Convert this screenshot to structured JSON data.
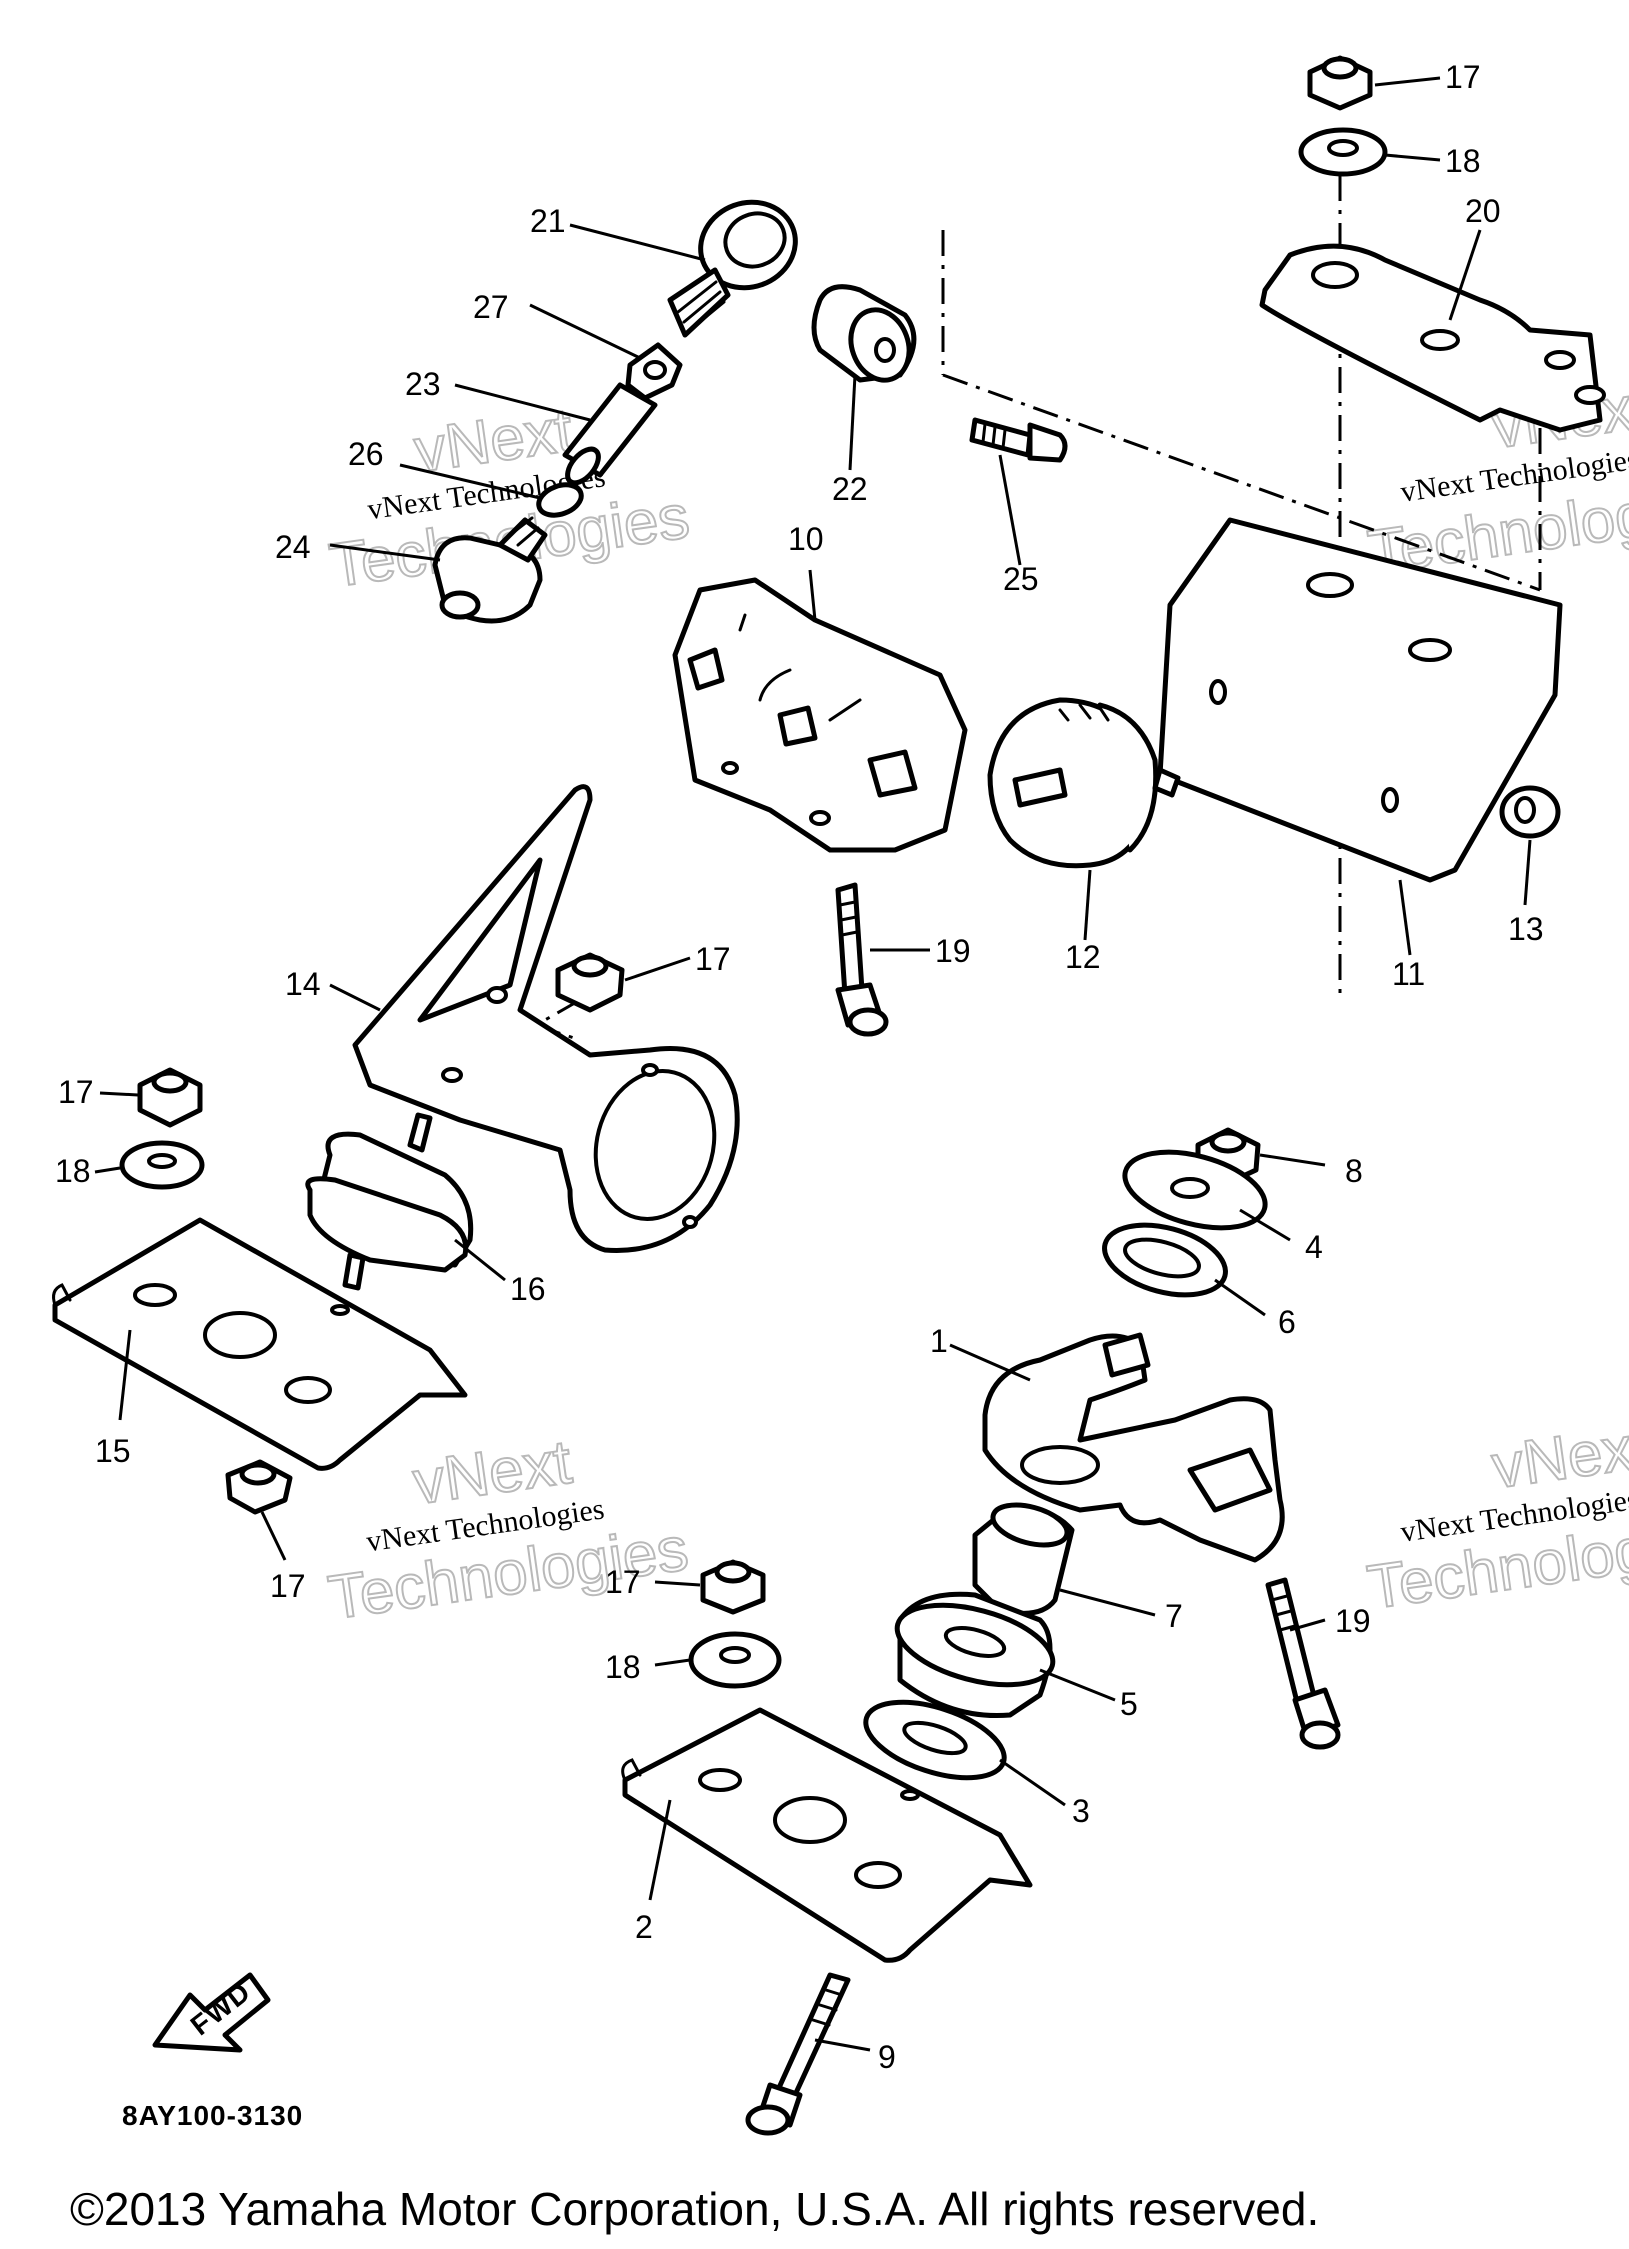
{
  "diagram": {
    "drawing_code": "8AY100-3130",
    "copyright": "©2013 Yamaha Motor Corporation, U.S.A. All rights reserved.",
    "fwd_label": "FWD",
    "watermark": {
      "line1": "vNext Technologies",
      "line2": "vNext",
      "line3": "Technologies"
    },
    "callouts": [
      "1",
      "2",
      "3",
      "4",
      "5",
      "6",
      "7",
      "8",
      "9",
      "10",
      "11",
      "12",
      "13",
      "14",
      "15",
      "16",
      "17",
      "18",
      "19",
      "20",
      "21",
      "22",
      "23",
      "24",
      "25",
      "26",
      "27"
    ]
  }
}
